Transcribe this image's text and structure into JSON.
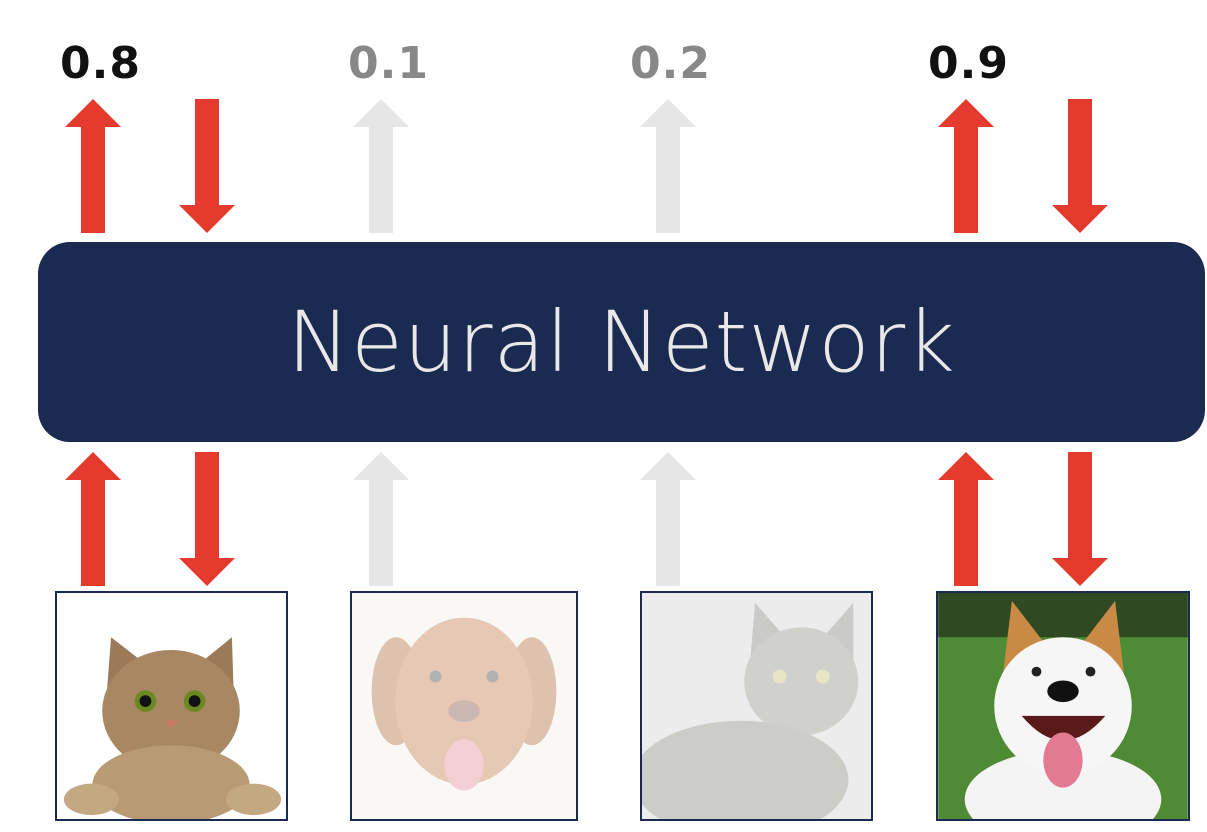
{
  "diagram": {
    "title": "Neural Network",
    "colors": {
      "box": "#1a2a50",
      "active_arrow": "#e53a2e",
      "inactive_arrow": "#e6e6e6",
      "active_score": "#111111",
      "inactive_score": "#888888"
    },
    "examples": [
      {
        "subject": "cat",
        "score": "0.8",
        "active": true
      },
      {
        "subject": "dog",
        "score": "0.1",
        "active": false
      },
      {
        "subject": "cat",
        "score": "0.2",
        "active": false
      },
      {
        "subject": "dog",
        "score": "0.9",
        "active": true
      }
    ]
  }
}
